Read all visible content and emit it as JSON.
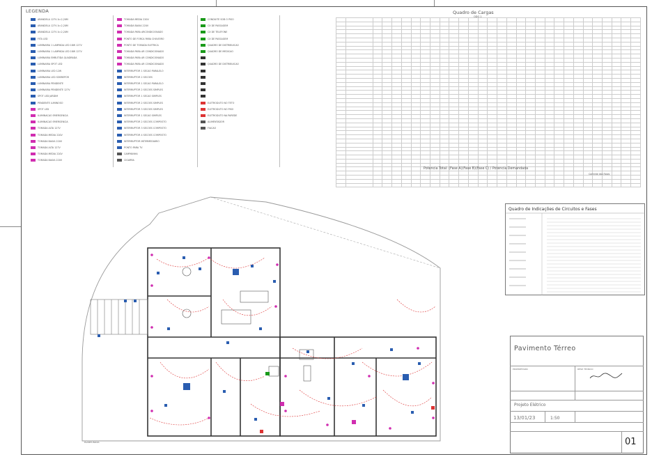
{
  "legend": {
    "title": "LEGENDA",
    "col1": [
      {
        "label": "ARANDELA 127V A=2,20M",
        "color": "#2a5db0",
        "icon": "wall-light-icon"
      },
      {
        "label": "ARANDELA 127V A=2,20M",
        "color": "#2a5db0",
        "icon": "wall-light-icon"
      },
      {
        "label": "ARANDELA 127V A=2,20M",
        "color": "#2a5db0",
        "icon": "wall-light-icon"
      },
      {
        "label": "FITA LED",
        "color": "#2a5db0",
        "icon": "led-strip-icon"
      },
      {
        "label": "LUMINARIA 1 LAMPADA LED 18W 127V",
        "color": "#2a5db0",
        "icon": "luminaire-icon"
      },
      {
        "label": "LUMINARIA 1 LAMPADA LED 18W 127V",
        "color": "#2a5db0",
        "icon": "luminaire-icon"
      },
      {
        "label": "LUMINARIA EMBUTIDA QUADRADA",
        "color": "#2a5db0",
        "icon": "square-light-icon"
      },
      {
        "label": "LUMINARIA SPOT LED",
        "color": "#2a5db0",
        "icon": "spot-icon"
      },
      {
        "label": "LUMINARIA LED 12W",
        "color": "#2a5db0",
        "icon": "round-light-icon"
      },
      {
        "label": "LUMINARIA LED SOBREPOR",
        "color": "#2a5db0",
        "icon": "circle-light-icon"
      },
      {
        "label": "LUMINARIA PENDENTE",
        "color": "#2a5db0",
        "icon": "pendant-icon"
      },
      {
        "label": "LUMINARIA PENDENTE 127V",
        "color": "#2a5db0",
        "icon": "pendant-icon"
      },
      {
        "label": "SPOT LED JARDIM",
        "color": "#2a5db0",
        "icon": "garden-spot-icon"
      },
      {
        "label": "PENDENTE LUMINOSO",
        "color": "#2a5db0",
        "icon": "pendant-icon"
      },
      {
        "label": "SPOT LED",
        "color": "#d02db0",
        "icon": "spot-icon"
      },
      {
        "label": "ILUMINACAO EMERGENCIA",
        "color": "#d02db0",
        "icon": "emergency-light-icon"
      },
      {
        "label": "ILUMINACAO EMERGENCIA",
        "color": "#d02db0",
        "icon": "emergency-light-icon"
      },
      {
        "label": "TOMADA ALTA 127V",
        "color": "#d02db0",
        "icon": "outlet-icon"
      },
      {
        "label": "TOMADA MEDIA 220V",
        "color": "#d02db0",
        "icon": "outlet-icon"
      },
      {
        "label": "TOMADA BAIXA 220V",
        "color": "#d02db0",
        "icon": "outlet-icon"
      },
      {
        "label": "TOMADA ALTA 127V",
        "color": "#d02db0",
        "icon": "outlet-icon"
      },
      {
        "label": "TOMADA MEDIA 220V",
        "color": "#d02db0",
        "icon": "outlet-icon"
      },
      {
        "label": "TOMADA BAIXA 220V",
        "color": "#d02db0",
        "icon": "outlet-icon"
      }
    ],
    "col2": [
      {
        "label": "TOMADA MEDIA 220V",
        "color": "#d02db0",
        "icon": "outlet-icon"
      },
      {
        "label": "TOMADA BAIXA 220V",
        "color": "#d02db0",
        "icon": "outlet-icon"
      },
      {
        "label": "TOMADA PARA ARCONDICIONADO",
        "color": "#d02db0",
        "icon": "ac-outlet-icon"
      },
      {
        "label": "PONTO DE FORCA PARA CHUVEIRO",
        "color": "#d02db0",
        "icon": "power-point-icon"
      },
      {
        "label": "PONTO DE TOMADA ELETRICA",
        "color": "#d02db0",
        "icon": "power-point-icon"
      },
      {
        "label": "TOMADA PARA AR CONDICIONADO",
        "color": "#d02db0",
        "icon": "ac-outlet-icon"
      },
      {
        "label": "TOMADA PARA AR CONDICIONADO",
        "color": "#d02db0",
        "icon": "ac-outlet-icon"
      },
      {
        "label": "TOMADA PARA AR CONDICIONADO",
        "color": "#d02db0",
        "icon": "ac-outlet-icon"
      },
      {
        "label": "INTERRUPTOR 1 SECAO PARALELO",
        "color": "#2a5db0",
        "icon": "switch-icon"
      },
      {
        "label": "INTERRUPTOR 2 SECOES",
        "color": "#2a5db0",
        "icon": "switch-icon"
      },
      {
        "label": "INTERRUPTOR 1 SECAO PARALELO",
        "color": "#2a5db0",
        "icon": "switch-icon"
      },
      {
        "label": "INTERRUPTOR 2 SECOES SIMPLES",
        "color": "#2a5db0",
        "icon": "switch-icon"
      },
      {
        "label": "INTERRUPTOR 1 SECAO SIMPLES",
        "color": "#2a5db0",
        "icon": "switch-icon"
      },
      {
        "label": "INTERRUPTOR 2 SECOES SIMPLES",
        "color": "#2a5db0",
        "icon": "switch-icon"
      },
      {
        "label": "INTERRUPTOR 3 SECOES SIMPLES",
        "color": "#2a5db0",
        "icon": "switch-icon"
      },
      {
        "label": "INTERRUPTOR 1 SECAO SIMPLES",
        "color": "#2a5db0",
        "icon": "switch-icon"
      },
      {
        "label": "INTERRUPTOR 2 SECOES COMPOSTO",
        "color": "#2a5db0",
        "icon": "switch-icon"
      },
      {
        "label": "INTERRUPTOR 3 SECOES COMPOSTO",
        "color": "#2a5db0",
        "icon": "switch-icon"
      },
      {
        "label": "INTERRUPTOR 4 SECOES COMPOSTO",
        "color": "#2a5db0",
        "icon": "switch-icon"
      },
      {
        "label": "INTERRUPTOR INTERMEDIARIO",
        "color": "#2a5db0",
        "icon": "switch-icon"
      },
      {
        "label": "PONTO PARA TV",
        "color": "#2a5db0",
        "icon": "tv-point-icon"
      },
      {
        "label": "CAMPAINHA",
        "color": "#555",
        "icon": "bell-icon"
      },
      {
        "label": "CIGARRA",
        "color": "#555",
        "icon": "buzzer-icon"
      }
    ],
    "col3": [
      {
        "label": "CONDUITE SOB O PISO",
        "color": "#1a9a1a",
        "icon": "conduit-icon"
      },
      {
        "label": "CX DE PASSAGEM",
        "color": "#1a9a1a",
        "icon": "box-icon"
      },
      {
        "label": "CX DE TELEFONE",
        "color": "#1a9a1a",
        "icon": "box-icon"
      },
      {
        "label": "CX DE PASSAGEM",
        "color": "#1a9a1a",
        "icon": "box-icon"
      },
      {
        "label": "QUADRO DE DISTRIBUICAO",
        "color": "#1a9a1a",
        "icon": "panel-icon"
      },
      {
        "label": "QUADRO DE MEDICAO",
        "color": "#1a9a1a",
        "icon": "panel-icon"
      },
      {
        "label": "",
        "color": "#333",
        "icon": "dist-board-icon"
      },
      {
        "label": "QUADRO DE DISTRIBUICAO",
        "color": "#333",
        "icon": "dist-board-icon"
      },
      {
        "label": "",
        "color": "#333",
        "icon": "dist-board-icon"
      },
      {
        "label": "",
        "color": "#333",
        "icon": "dist-board-icon"
      },
      {
        "label": "",
        "color": "#333",
        "icon": "dist-board-icon"
      },
      {
        "label": "",
        "color": "#333",
        "icon": "dist-board-icon"
      },
      {
        "label": "",
        "color": "#333",
        "icon": "dist-board-icon"
      },
      {
        "label": "ELETRODUTO NO TETO",
        "color": "#d33",
        "icon": "dashed-line-icon"
      },
      {
        "label": "ELETRODUTO NO PISO",
        "color": "#d33",
        "icon": "dashed-line-icon"
      },
      {
        "label": "ELETRODUTO NA PAREDE",
        "color": "#d33",
        "icon": "dashed-line-icon"
      },
      {
        "label": "ALIMENTADOR",
        "color": "#555",
        "icon": "line-icon"
      },
      {
        "label": "FIACAO",
        "color": "#555",
        "icon": "line-icon"
      }
    ]
  },
  "quadro": {
    "title": "Quadro de Cargas",
    "subtitle": "QDG 1",
    "total_line": "Potencia Total: (Fase A)(Fase B)(Fase C) / Potencia Demandada",
    "footer": "Corrente das Fases"
  },
  "indicacoes": {
    "title": "Quadro de Indicações de Circuitos e Fases"
  },
  "title_block": {
    "sheet_title": "Pavimento Térreo",
    "project": "Projeto Elétrico",
    "date": "13/01/23",
    "scale": "1:50",
    "sheet_number": "01",
    "owner_label": "PROPRIETARIO",
    "author_label": "RESP. TECNICO"
  },
  "plan": {
    "label": "PLANTA BAIXA"
  }
}
